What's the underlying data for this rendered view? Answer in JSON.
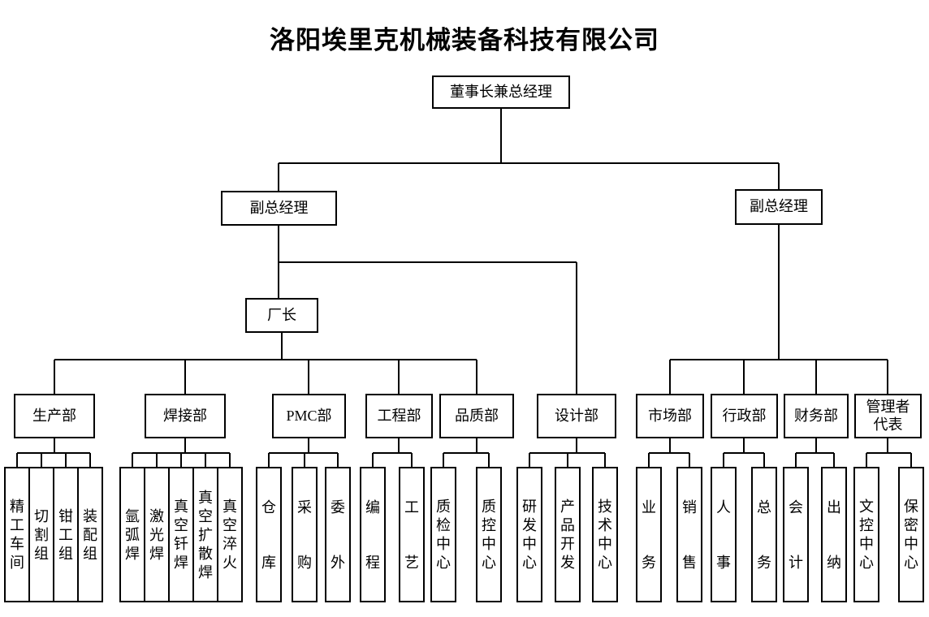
{
  "page": {
    "title": "洛阳埃里克机械装备科技有限公司"
  },
  "colors": {
    "line": "#000000",
    "background": "#ffffff",
    "text": "#000000"
  },
  "org": {
    "root": {
      "label": "董事长兼总经理"
    },
    "vice_left": {
      "label": "副总经理"
    },
    "vice_right": {
      "label": "副总经理"
    },
    "factory_director": {
      "label": "厂长"
    },
    "departments": [
      {
        "label": "生产部",
        "parent": "厂长",
        "children": [
          "精工车间",
          "切割组",
          "钳工组",
          "装配组"
        ]
      },
      {
        "label": "焊接部",
        "parent": "厂长",
        "children": [
          "氩弧焊",
          "激光焊",
          "真空钎焊",
          "真空扩散焊",
          "真空淬火"
        ]
      },
      {
        "label": "PMC部",
        "parent": "厂长",
        "children": [
          "仓库",
          "采购",
          "委外"
        ]
      },
      {
        "label": "工程部",
        "parent": "厂长",
        "children": [
          "编程",
          "工艺"
        ]
      },
      {
        "label": "品质部",
        "parent": "厂长",
        "children": [
          "质检中心",
          "质控中心"
        ]
      },
      {
        "label": "设计部",
        "parent": "副总经理(左)",
        "children": [
          "研发中心",
          "产品开发",
          "技术中心"
        ]
      },
      {
        "label": "市场部",
        "parent": "副总经理(右)",
        "children": [
          "业务",
          "销售"
        ]
      },
      {
        "label": "行政部",
        "parent": "副总经理(右)",
        "children": [
          "人事",
          "总务"
        ]
      },
      {
        "label": "财务部",
        "parent": "副总经理(右)",
        "children": [
          "会计",
          "出纳"
        ]
      },
      {
        "label": "管理者代表",
        "parent": "副总经理(右)",
        "children": [
          "文控中心",
          "保密中心"
        ]
      }
    ]
  }
}
